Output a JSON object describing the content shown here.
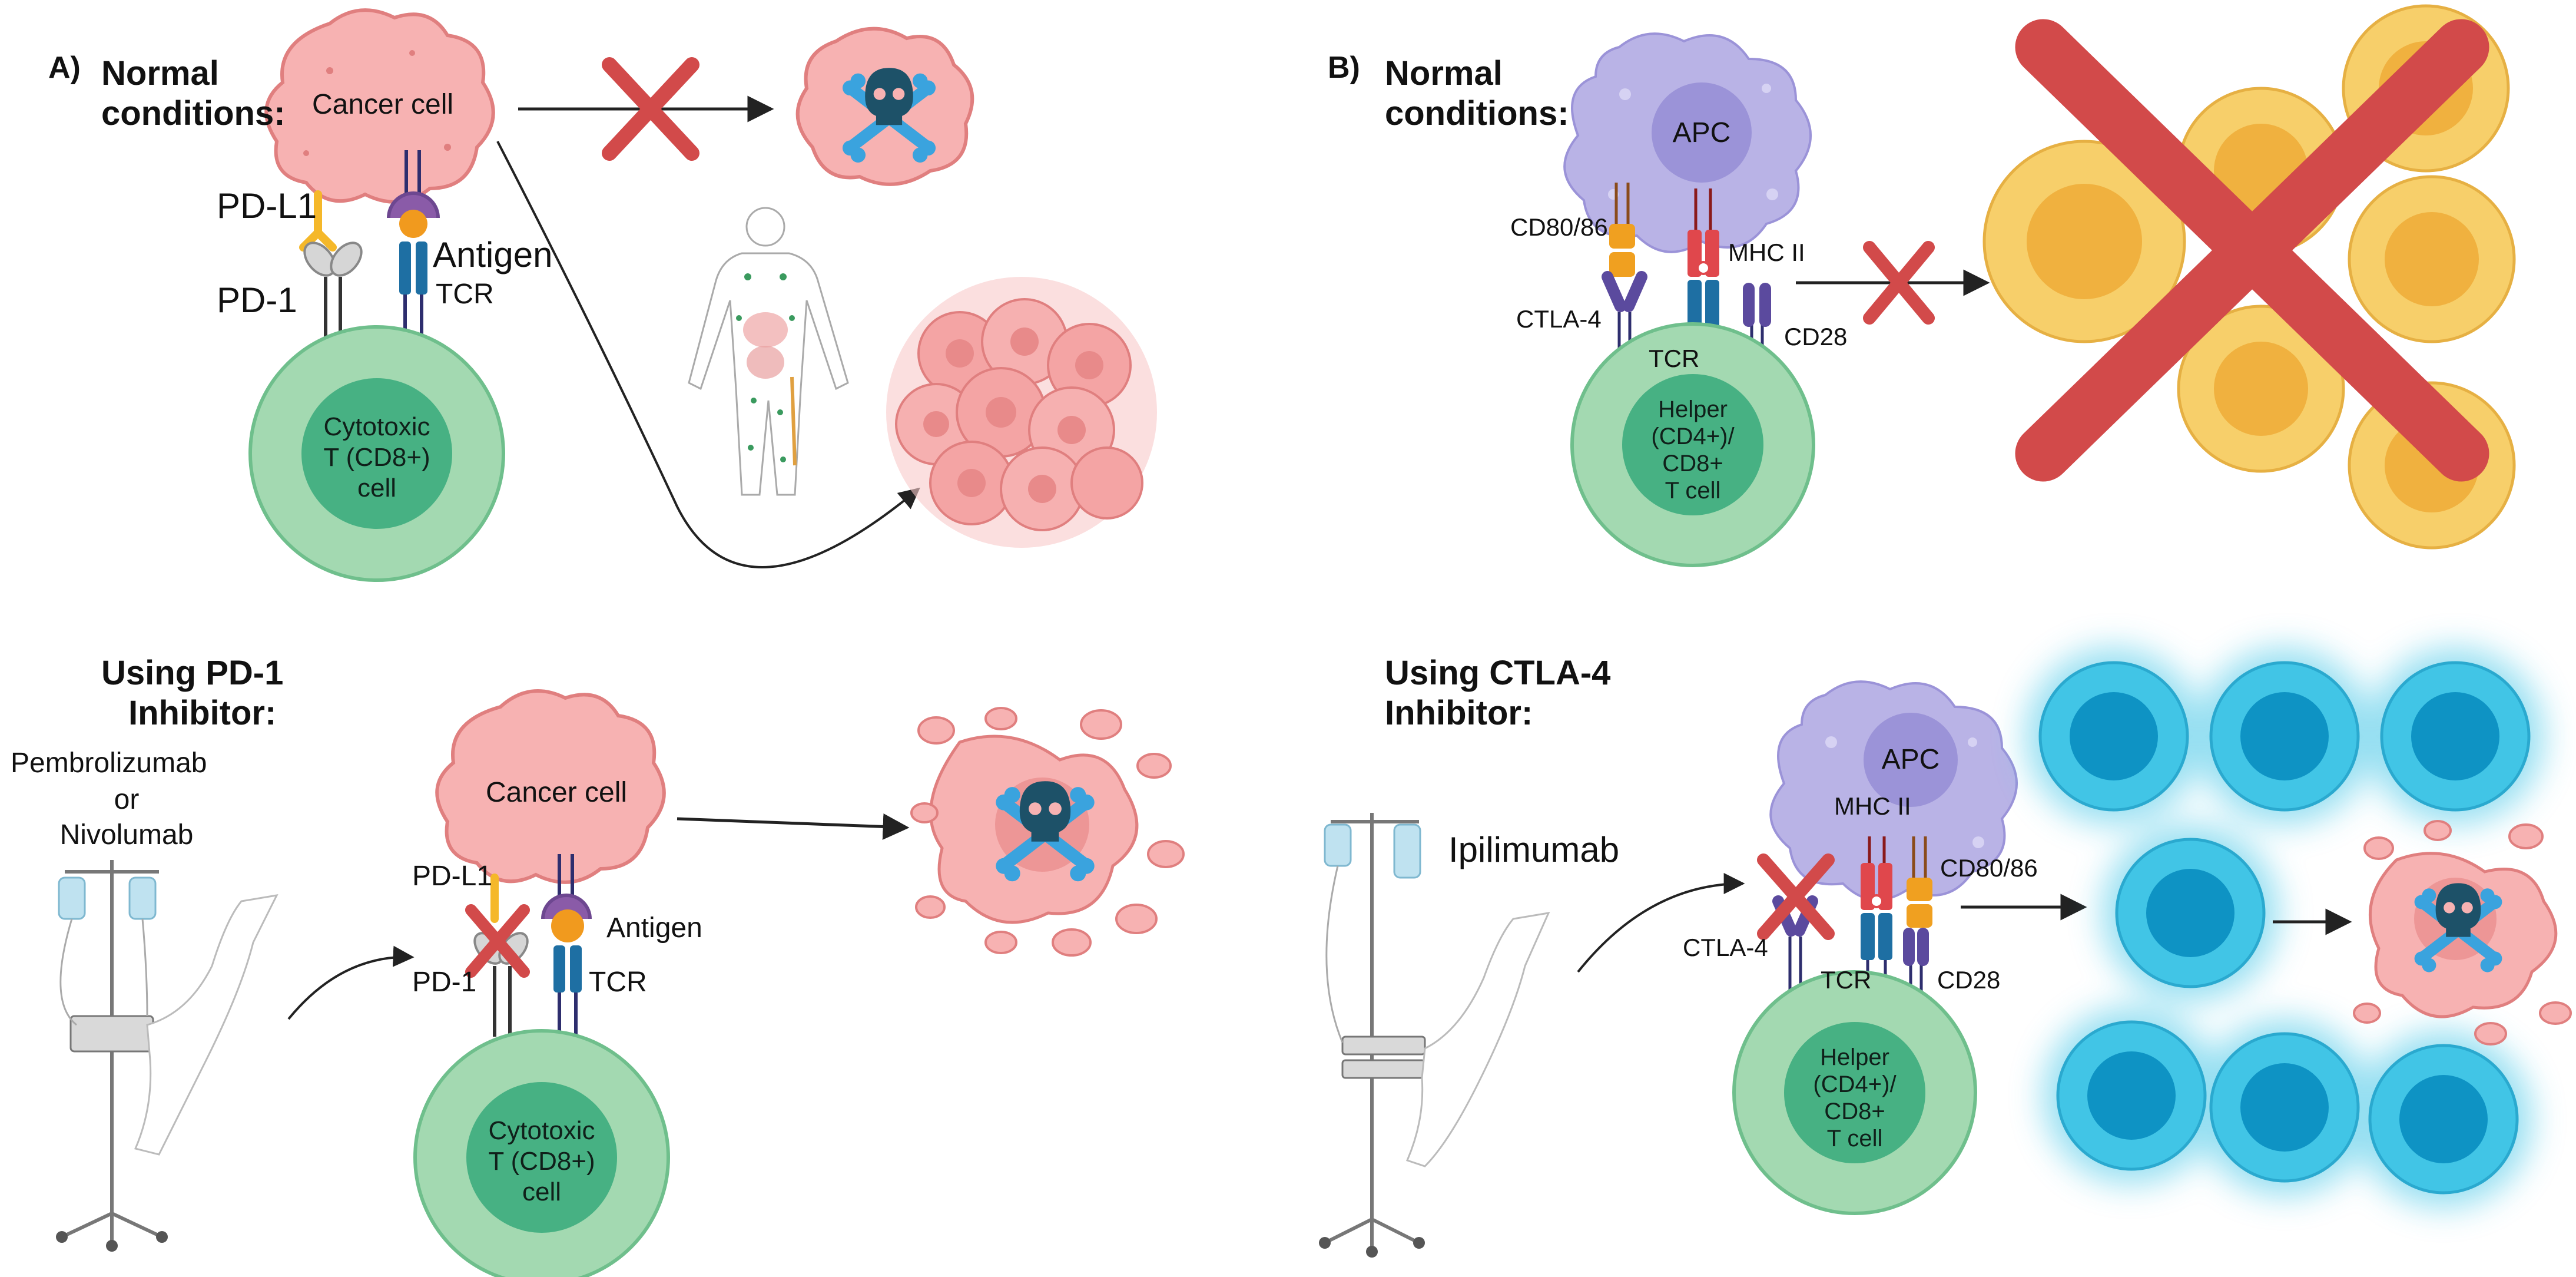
{
  "panel_a": {
    "tag": "A)",
    "normal": {
      "heading": [
        "Normal",
        "conditions:"
      ],
      "cancer_cell": "Cancer cell",
      "pd_l1": "PD-L1",
      "pd_1": "PD-1",
      "antigen": "Antigen",
      "tcr": "TCR",
      "t_cell": [
        "Cytotoxic",
        "T (CD8+)",
        "cell"
      ]
    },
    "inhibitor": {
      "heading": [
        "Using PD-1",
        "Inhibitor:"
      ],
      "drug": [
        "Pembrolizumab",
        "or",
        "Nivolumab"
      ],
      "cancer_cell": "Cancer cell",
      "pd_l1": "PD-L1",
      "pd_1": "PD-1",
      "antigen": "Antigen",
      "tcr": "TCR",
      "t_cell": [
        "Cytotoxic",
        "T (CD8+)",
        "cell"
      ]
    }
  },
  "panel_b": {
    "tag": "B)",
    "normal": {
      "heading": [
        "Normal",
        "conditions:"
      ],
      "apc": "APC",
      "cd80_86": "CD80/86",
      "mhc_ii": "MHC II",
      "ctla_4": "CTLA-4",
      "tcr": "TCR",
      "cd28": "CD28",
      "t_cell": [
        "Helper",
        "(CD4+)/",
        "CD8+",
        "T cell"
      ]
    },
    "inhibitor": {
      "heading": [
        "Using CTLA-4",
        "Inhibitor:"
      ],
      "drug": "Ipilimumab",
      "apc": "APC",
      "mhc_ii": "MHC II",
      "cd80_86": "CD80/86",
      "ctla_4": "CTLA-4",
      "tcr": "TCR",
      "cd28": "CD28",
      "t_cell": [
        "Helper",
        "(CD4+)/",
        "CD8+",
        "T cell"
      ]
    }
  },
  "colors": {
    "cancer_fill": "#f7b2b2",
    "cancer_stroke": "#e07f7f",
    "t_cell_outer": "#a3d9b1",
    "t_cell_inner": "#47b183",
    "apc_fill": "#b9b3e6",
    "apc_nucleus": "#9b93d8",
    "proliferating_outer": "#f7cf6a",
    "proliferating_inner": "#f0b13f",
    "activated_outer": "#41c5e6",
    "activated_inner": "#0e93c4",
    "cross_red": "#d24a4a",
    "skull": "#1d5168",
    "bones": "#3aa3de",
    "pd_l1": "#f5b82a",
    "pd_1": "#cfcfcf",
    "tcr": "#1e6fa3",
    "mhc": "#e0474c",
    "cd80": "#f0a020",
    "ctla4": "#5b4a9e",
    "antigen": "#f19a1e"
  }
}
